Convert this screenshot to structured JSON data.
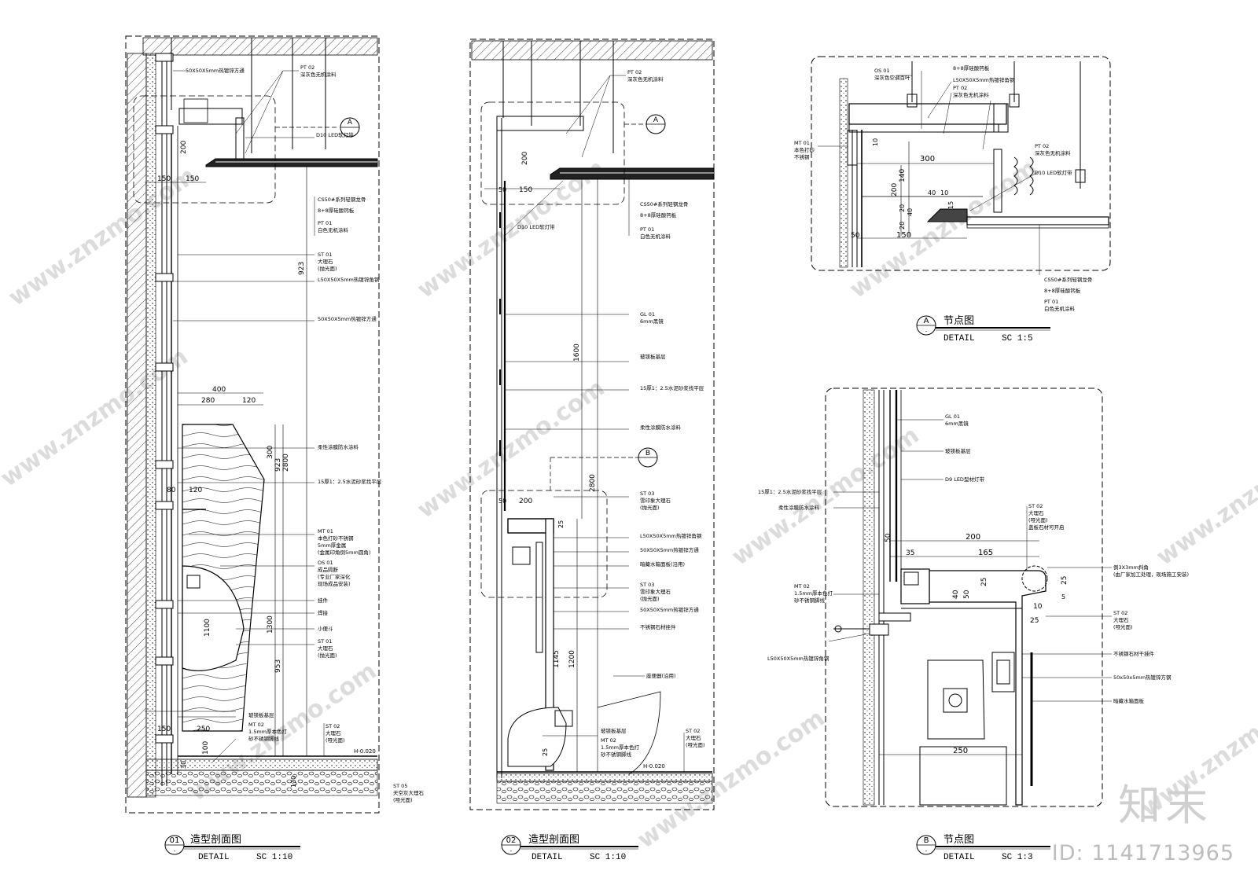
{
  "watermark": {
    "site": "www.znzmo.com",
    "brand": "知末",
    "id": "ID: 1141713965"
  },
  "panels": {
    "p1": {
      "num": "01",
      "sub": "-",
      "title": "造型剖面图",
      "detail": "DETAIL",
      "scale": "SC 1:10",
      "dims": {
        "d200": "200",
        "d150a": "150",
        "d150b": "150",
        "d923a": "923",
        "d400": "400",
        "d280": "280",
        "d120a": "120",
        "d300": "300",
        "d923b": "923",
        "d2800": "2800",
        "d80": "80",
        "d120b": "120",
        "d1100": "1100",
        "d1300": "1300",
        "d953": "953",
        "d150c": "150",
        "d250": "250",
        "d100": "100",
        "d30": "30",
        "d130": "130"
      },
      "callout": "A",
      "level": "H-0.020",
      "notes": {
        "n1": "50X50X5mm热镀锌方通",
        "n2a": "PT 02",
        "n2b": "深灰色无机涂料",
        "n3": "D10 LED软灯带",
        "n4": "CS50#系列轻钢龙骨",
        "n5": "8+8厚硅酸钙板",
        "n6a": "PT 01",
        "n6b": "白色无机涂料",
        "n7a": "ST 01",
        "n7b": "大理石",
        "n7c": "(抛光面)",
        "n8": "L50X50X5mm热镀锌角钢",
        "n9": "50X50X5mm热镀锌方通",
        "n10": "柔性涂膜防水涂料",
        "n11": "15厚1：2.5水泥砂浆找平层",
        "n12a": "MT 01",
        "n12b": "本色打砂不锈钢",
        "n12c": "5mm厚金属",
        "n12d": "(金属印角倒5mm圆角)",
        "n13a": "OS 01",
        "n13b": "成品隔断",
        "n13c": "(专业厂家深化",
        "n13d": "现场成品安装)",
        "n14": "挂件",
        "n15": "焊接",
        "n16": "小便斗",
        "n17a": "ST 01",
        "n17b": "大理石",
        "n17c": "(抛光面)",
        "n18": "玻镁板基层",
        "n19a": "MT 02",
        "n19b": "1.5mm厚本色打",
        "n19c": "砂不锈钢脚线",
        "n20a": "ST 02",
        "n20b": "大理石",
        "n20c": "(哑光面)",
        "n21a": "ST 05",
        "n21b": "天空灰大理石",
        "n21c": "(哑光面)"
      }
    },
    "p2": {
      "num": "02",
      "sub": "-",
      "title": "造型剖面图",
      "detail": "DETAIL",
      "scale": "SC 1:10",
      "dims": {
        "d200": "200",
        "d50a": "50",
        "d150": "150",
        "d1600": "1600",
        "d2800": "2800",
        "d50b": "50",
        "d200b": "200",
        "d25": "25",
        "d1145": "1145",
        "d1200": "1200",
        "d25b": "25"
      },
      "callout_a": "A",
      "callout_b": "B",
      "level": "H-0.020",
      "notes": {
        "n1a": "PT 02",
        "n1b": "深灰色无机涂料",
        "n2": "CS50#系列轻钢龙骨",
        "n3": "8+8厚硅酸钙板",
        "n4": "D10 LED软灯带",
        "n5a": "PT 01",
        "n5b": "白色无机涂料",
        "n6a": "GL 01",
        "n6b": "6mm黑镜",
        "n7": "玻镁板基层",
        "n8": "15厚1：2.5水泥砂浆找平层",
        "n9": "柔性涂膜防水涂料",
        "n10a": "ST 03",
        "n10b": "雪印象大理石",
        "n10c": "(抛光面)",
        "n11": "L50X50X5mm热镀锌角钢",
        "n12": "50X50X5mm热镀锌方通",
        "n13": "暗藏水箱面板(沿用)",
        "n14a": "ST 03",
        "n14b": "雪印象大理石",
        "n14c": "(抛光面)",
        "n15": "50X50X5mm热镀锌方通",
        "n16": "不锈钢石材挂件",
        "n17": "座便器(沿用)",
        "n18": "玻镁板基层",
        "n19a": "MT 02",
        "n19b": "1.5mm厚本色打",
        "n19c": "砂不锈钢脚线",
        "n20a": "ST 02",
        "n20b": "大理石",
        "n20c": "(哑光面)"
      }
    },
    "pA": {
      "num": "A",
      "sub": "-",
      "title": "节点图",
      "detail": "DETAIL",
      "scale": "SC 1:5",
      "dims": {
        "d10": "10",
        "d300": "300",
        "d140": "140",
        "d200": "200",
        "d40": "40",
        "d10b": "10",
        "d20a": "20",
        "d40b": "40",
        "d15": "15",
        "d20b": "20",
        "d50": "50",
        "d150": "150"
      },
      "notes": {
        "n1a": "OS 01",
        "n1b": "深灰色空调百叶",
        "n2": "8+8厚硅酸钙板",
        "n3": "L50X50X5mm热镀锌角钢",
        "n4a": "PT 02",
        "n4b": "深灰色无机涂料",
        "n5a": "MT 01",
        "n5b": "本色打砂",
        "n5c": "不锈钢",
        "n6a": "PT 02",
        "n6b": "深灰色无机涂料",
        "n7": "D10 LED软灯带",
        "n8": "CS50#系列轻钢龙骨",
        "n9": "8+8厚硅酸钙板",
        "n10a": "PT 01",
        "n10b": "白色无机涂料"
      }
    },
    "pB": {
      "num": "B",
      "sub": "-",
      "title": "节点图",
      "detail": "DETAIL",
      "scale": "SC 1:3",
      "dims": {
        "d50": "50",
        "d200": "200",
        "d35": "35",
        "d165": "165",
        "d25a": "25",
        "d50b": "50",
        "d40": "40",
        "d25b": "25",
        "d10": "10",
        "d25c": "25",
        "d5": "5",
        "d250": "250"
      },
      "notes": {
        "n1a": "GL 01",
        "n1b": "6mm黑镜",
        "n2": "玻镁板基层",
        "n3": "D9 LED型材灯带",
        "n4": "15厚1：2.5水泥砂浆找平层",
        "n5": "柔性涂膜防水涂料",
        "n6a": "ST 02",
        "n6b": "大理石",
        "n6c": "(哑光面)",
        "n6d": "盖板石材可开启",
        "n7a": "倒3X3mm斜角",
        "n7b": "(由厂家加工处理，现场施工安装)",
        "n8a": "MT 02",
        "n8b": "1.5mm厚本色打",
        "n8c": "砂不锈钢脚线",
        "n9a": "ST 02",
        "n9b": "大理石",
        "n9c": "(哑光面)",
        "n10": "L50X50X5mm热镀锌角钢",
        "n11": "不锈钢石材干挂件",
        "n12": "50x50x5mm热镀锌方钢",
        "n13": "暗藏水箱面板"
      }
    }
  }
}
